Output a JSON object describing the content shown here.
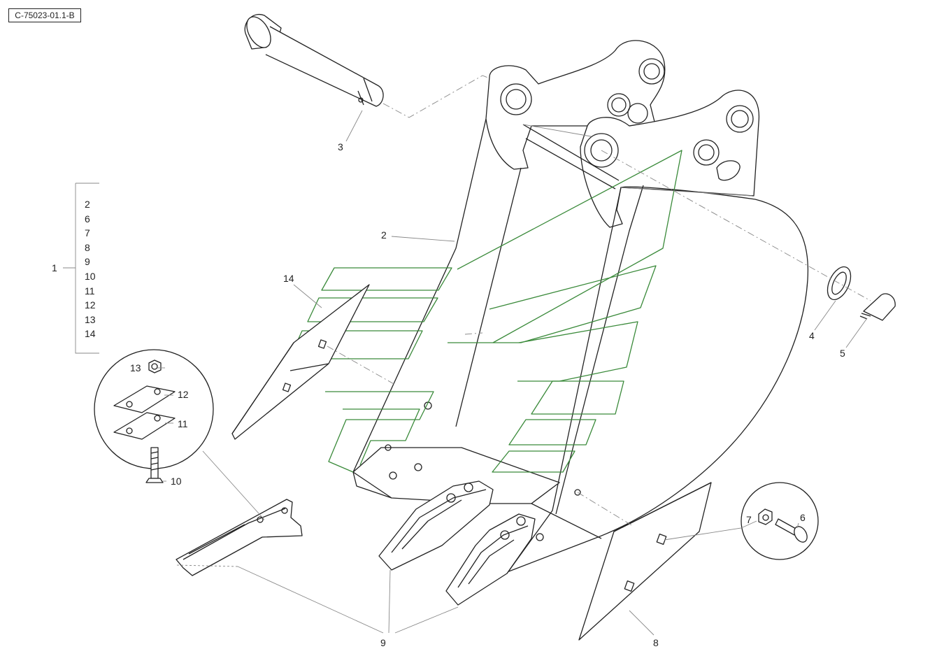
{
  "drawing_ref": "C-75023-01.1-B",
  "kit_callout": {
    "number": "1",
    "contents": [
      "2",
      "6",
      "7",
      "8",
      "9",
      "10",
      "11",
      "12",
      "13",
      "14"
    ]
  },
  "callouts": {
    "c2": "2",
    "c3": "3",
    "c4": "4",
    "c5": "5",
    "c6": "6",
    "c7": "7",
    "c8": "8",
    "c9": "9",
    "c10": "10",
    "c11": "11",
    "c12": "12",
    "c13": "13",
    "c14": "14"
  },
  "colors": {
    "line": "#222222",
    "leader": "#888888",
    "stripe": "#3a8a3a"
  }
}
